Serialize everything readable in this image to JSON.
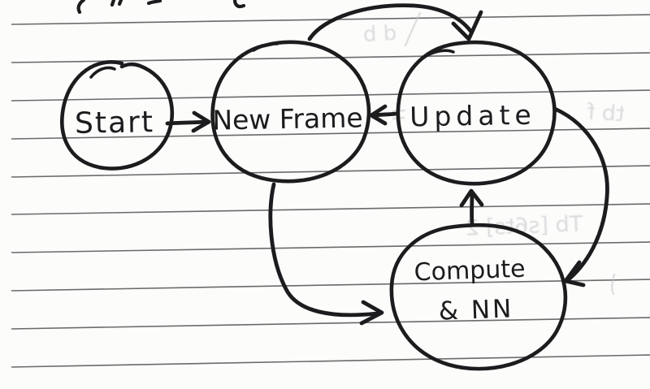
{
  "page": {
    "description": "Hand-drawn flowchart in black ink on ruled notebook paper"
  },
  "diagram": {
    "nodes": [
      {
        "id": "start",
        "label": "Start"
      },
      {
        "id": "new_frame",
        "label": "New Frame"
      },
      {
        "id": "update",
        "label": "Update"
      },
      {
        "id": "compute_nn",
        "label_line1": "Compute",
        "label_line2": "& NN"
      }
    ],
    "edges": [
      {
        "from": "start",
        "to": "new_frame",
        "style": "straight-right"
      },
      {
        "from": "new_frame",
        "to": "update",
        "style": "arc-over-top"
      },
      {
        "from": "update",
        "to": "new_frame",
        "style": "straight-left"
      },
      {
        "from": "new_frame",
        "to": "compute_nn",
        "style": "curve-down-right"
      },
      {
        "from": "update",
        "to": "compute_nn",
        "style": "curve-down-left"
      },
      {
        "from": "compute_nn",
        "to": "update",
        "style": "straight-up"
      }
    ]
  },
  "artifacts": {
    "top_edge_note": "partial pen strokes cut off at top edge of scan",
    "bleed_marks": [
      "d b",
      "tb f",
      "Tb [s6ts] 2"
    ]
  },
  "colors": {
    "ink": "#1c1c1e",
    "rule_line": "#4b4b4e",
    "paper": "#fcfcfb",
    "bleed": "#c7c7cb"
  }
}
